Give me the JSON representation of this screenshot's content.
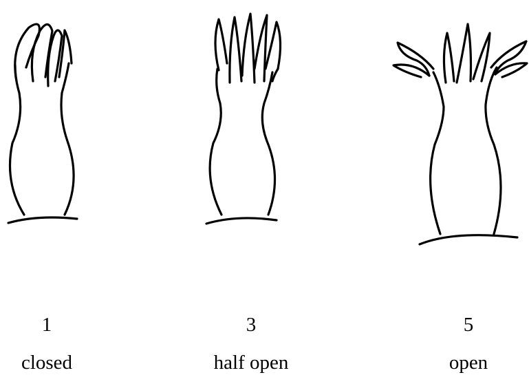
{
  "figure": {
    "stages": [
      {
        "number": "1",
        "label": "closed"
      },
      {
        "number": "3",
        "label": "half open"
      },
      {
        "number": "5",
        "label": "open"
      }
    ],
    "colors": {
      "ink": "#000000",
      "background": "#ffffff"
    }
  }
}
